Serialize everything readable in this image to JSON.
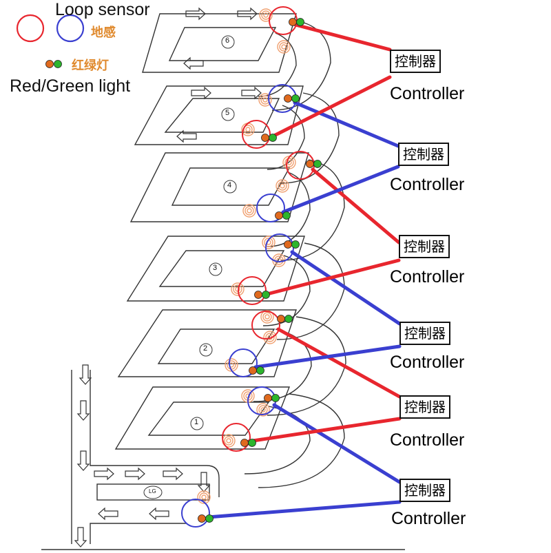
{
  "legend": {
    "loop_sensor": "Loop sensor",
    "loop_sensor_cn": "地感",
    "light_cn": "红绿灯",
    "light_en": "Red/Green light"
  },
  "controllers": [
    {
      "cn": "控制器",
      "en": "Controller"
    },
    {
      "cn": "控制器",
      "en": "Controller"
    },
    {
      "cn": "控制器",
      "en": "Controller"
    },
    {
      "cn": "控制器",
      "en": "Controller"
    },
    {
      "cn": "控制器",
      "en": "Controller"
    },
    {
      "cn": "控制器",
      "en": "Controller"
    }
  ],
  "levels": [
    "1",
    "2",
    "3",
    "4",
    "5",
    "6"
  ],
  "ground_label": "LG",
  "colors": {
    "red_wire": "#e8262e",
    "blue_wire": "#3a3fd0",
    "light_red": "#e06a1e",
    "light_green": "#2db52d",
    "sensor_orange": "#f0a070",
    "line": "#333333"
  }
}
